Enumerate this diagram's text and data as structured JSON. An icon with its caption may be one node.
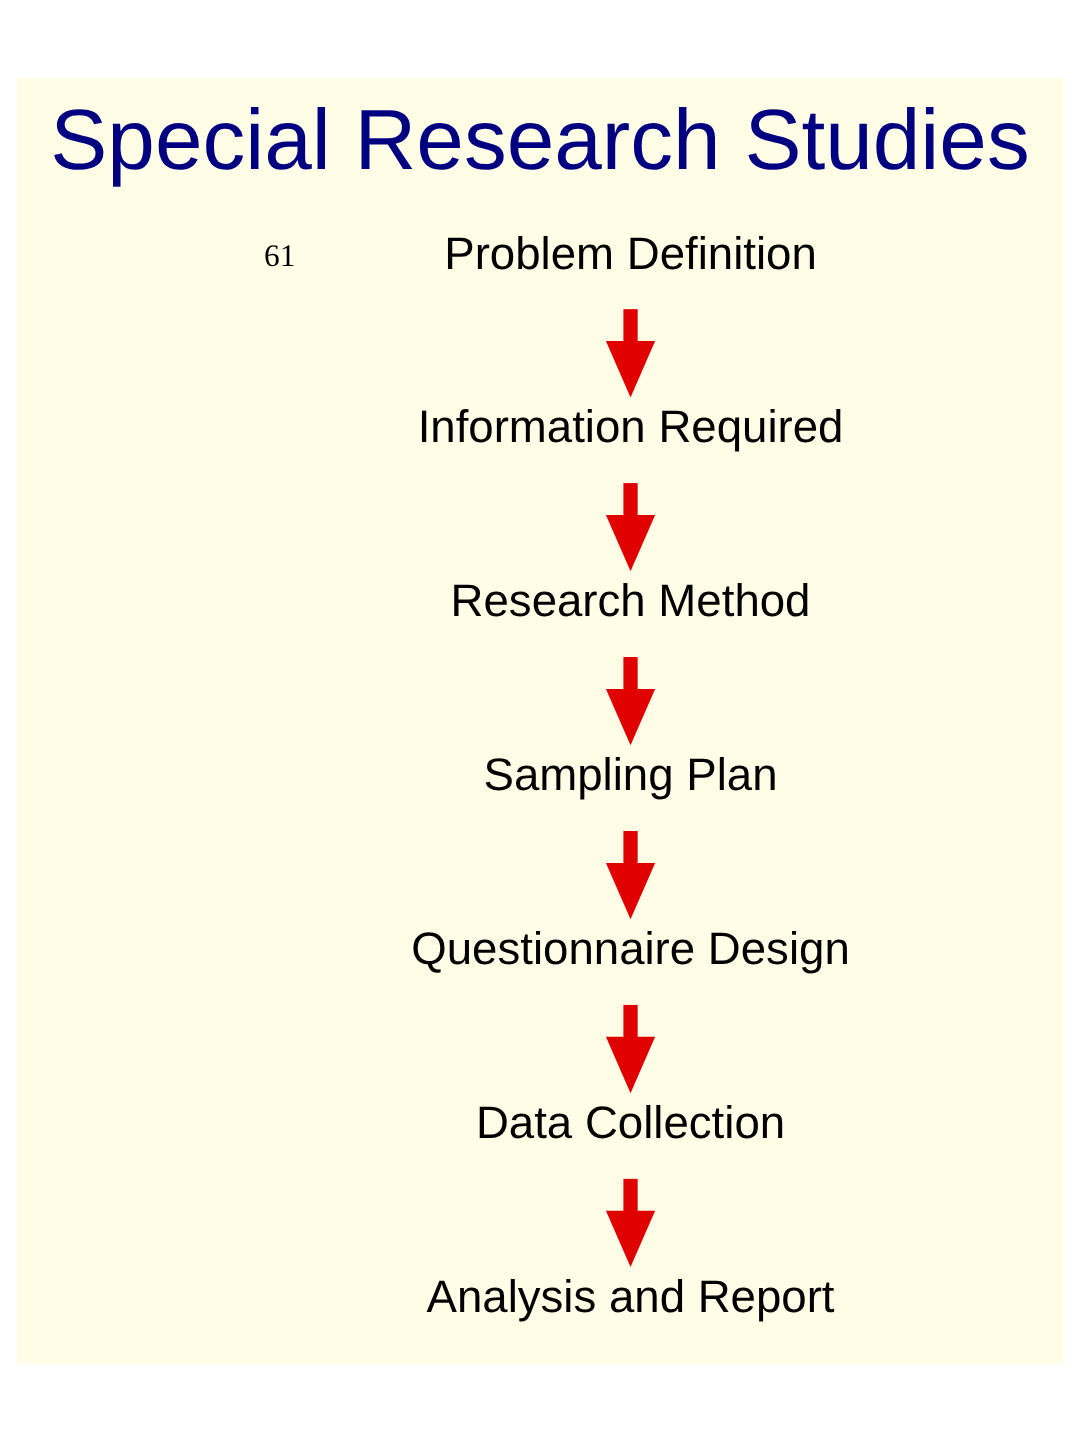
{
  "diagram": {
    "title": "Special Research Studies",
    "nodes": [
      {
        "text": [
          "Problem Definition"
        ]
      },
      {
        "text": [
          "Information Required"
        ]
      },
      {
        "text": [
          "Research Method"
        ]
      },
      {
        "text": [
          "Sampling Plan"
        ]
      },
      {
        "text": [
          "Questionnaire Design"
        ]
      },
      {
        "text": [
          "Data Collection"
        ]
      },
      {
        "text": [
          "Analysis and Report"
        ]
      }
    ],
    "edges": [
      {
        "from": 0,
        "to": 1,
        "arrow": "to"
      },
      {
        "from": 1,
        "to": 2,
        "arrow": "to"
      },
      {
        "from": 2,
        "to": 3,
        "arrow": "to"
      },
      {
        "from": 3,
        "to": 4,
        "arrow": "to"
      },
      {
        "from": 4,
        "to": 5,
        "arrow": "to"
      },
      {
        "from": 5,
        "to": 6,
        "arrow": "to"
      }
    ],
    "labels": [
      "61"
    ]
  }
}
